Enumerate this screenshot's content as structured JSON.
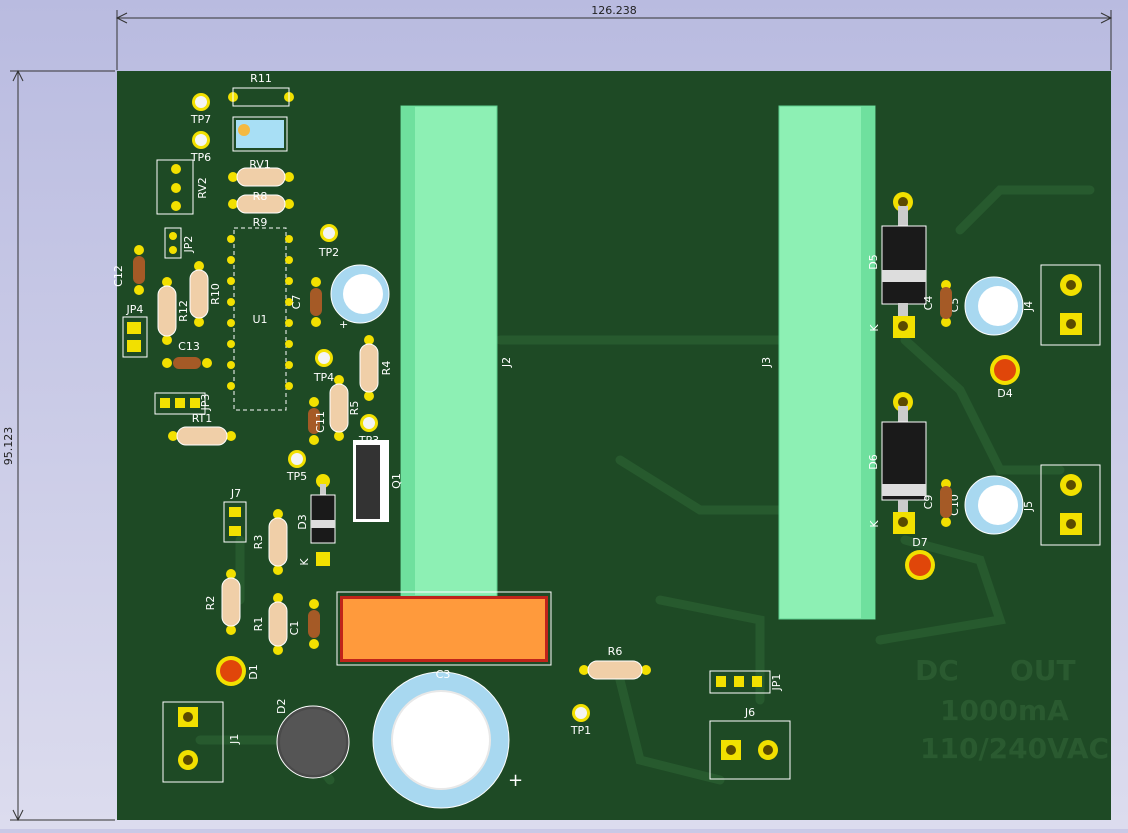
{
  "dimensions": {
    "width": "126.238",
    "height": "95.123"
  },
  "colors": {
    "board": "#1e4a25",
    "trace": "#25572d",
    "pad": "#f2e000",
    "header_green": "#8df0b4",
    "relay": "#ff9a3c",
    "led": "#e0460a",
    "label": "#ffffff",
    "silk_faint": "#2a5a30"
  },
  "labels": {
    "R11": "R11",
    "TP7": "TP7",
    "TP6": "TP6",
    "RV1": "RV1",
    "RV2": "RV2",
    "R8": "R8",
    "R9": "R9",
    "JP2": "JP2",
    "TP2": "TP2",
    "C12": "C12",
    "R10": "R10",
    "R12": "R12",
    "U1": "U1",
    "C7": "C7",
    "JP4": "JP4",
    "C13": "C13",
    "TP4": "TP4",
    "R4": "R4",
    "JP3": "JP3",
    "RT1": "RT1",
    "C11": "C11",
    "R5": "R5",
    "TP3": "TP3",
    "TP5": "TP5",
    "Q1": "Q1",
    "J7": "J7",
    "R3": "R3",
    "D3": "D3",
    "K_D3": "K",
    "R2": "R2",
    "R1": "R1",
    "C1": "C1",
    "D1": "D1",
    "C3_top": "C3",
    "J1": "J1",
    "D2": "D2",
    "R6": "R6",
    "TP1": "TP1",
    "JP1": "JP1",
    "J6": "J6",
    "J2": "J2",
    "J3": "J3",
    "D5": "D5",
    "K_D5": "K",
    "C4": "C4",
    "C5": "C5",
    "J4": "J4",
    "D4": "D4",
    "D6": "D6",
    "K_D6": "K",
    "C9": "C9",
    "C10": "C10",
    "J5": "J5",
    "D7": "D7",
    "plus": "+"
  },
  "silk_notes": [
    "DC",
    "OUT",
    "1000mA",
    "110/240VAC"
  ]
}
